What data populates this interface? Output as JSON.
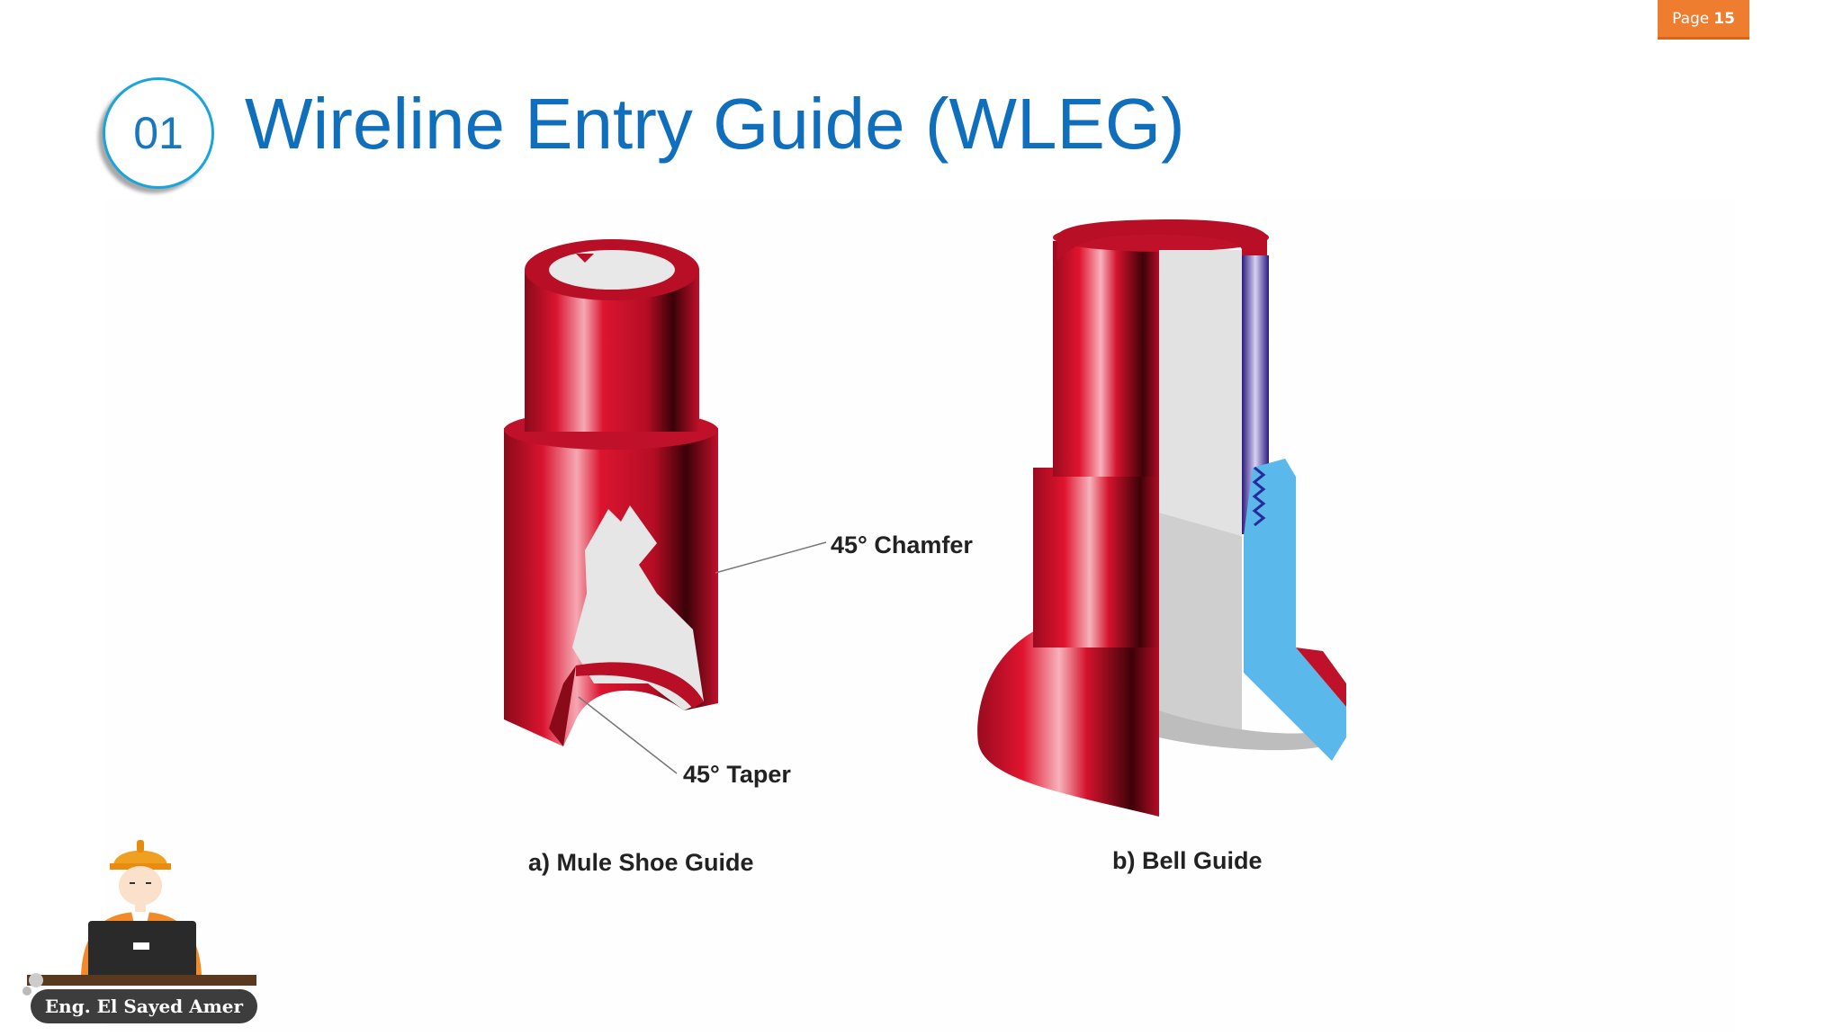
{
  "page": {
    "label": "Page",
    "number": "15"
  },
  "section": {
    "number": "01",
    "title": "Wireline Entry Guide (WLEG)"
  },
  "figure": {
    "callouts": {
      "chamfer": "45° Chamfer",
      "taper": "45° Taper"
    },
    "captions": {
      "mule_shoe": "a) Mule Shoe Guide",
      "bell": "b) Bell Guide"
    }
  },
  "author": {
    "name": "Eng. El Sayed Amer"
  },
  "colors": {
    "accent": "#ee7d2f",
    "title": "#0f6fbc",
    "circle_border": "#1aa4dc",
    "tool_red": "#d0122c",
    "thread_blue": "#5bb8ea"
  }
}
